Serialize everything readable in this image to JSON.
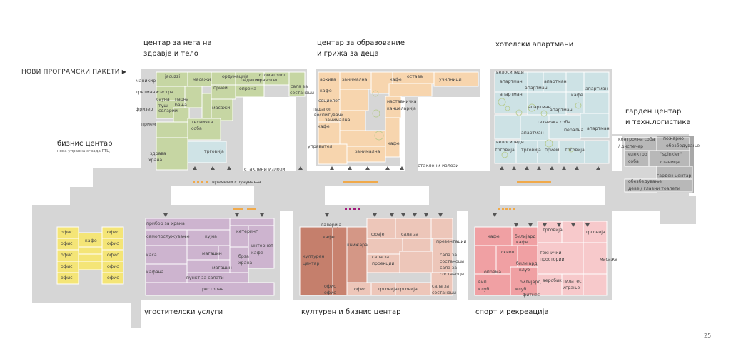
{
  "colors": {
    "structure": "#d3d3d3",
    "structure_dark": "#9a9a9a",
    "health": "#c8d7a5",
    "education": "#f7d6b0",
    "hotel": "#cfe3e6",
    "garden": "#a9a9a9",
    "business": "#f5e67a",
    "catering": "#cdb6d0",
    "culture": "#c9806f",
    "culture_light": "#ecc8bc",
    "sport": "#f1a5a8",
    "marker_orange": "#f0a94a",
    "marker_purple": "#a0197a"
  },
  "header": {
    "new_packages": "НОВИ ПРОГРАМСКИ ПАКЕТИ",
    "page_number": "25"
  },
  "titles": {
    "health": "центар за нега на\nздравје и тело",
    "education": "центар за образование\nи грижа за деца",
    "hotel": "хотелски апартмани",
    "garden": "гарден центар\nи техн.логистика",
    "business": "бизнис центар",
    "business_sub": "нова управна зграда ГТЦ",
    "catering": "угостителски услуги",
    "culture": "културен и бизнис центар",
    "sport": "спорт и рекреација"
  },
  "corridor": {
    "glass_walls_1": "стаклени излози",
    "glass_walls_2": "стаклени излози",
    "temporary_events": "времени случувања"
  },
  "rooms": {
    "health": [
      "маникир",
      "jacuzzi",
      "масажи",
      "ординација",
      "стоматолог",
      "педикир",
      "третмани",
      "сестра",
      "врачотел",
      "сауна",
      "парна",
      "приеи",
      "опрема",
      "сала за",
      "фризер",
      "туш",
      "бања",
      "состаноци",
      "соларии",
      "масажи",
      "прием",
      "техничка",
      "соба",
      "здрава",
      "храна",
      "трговија"
    ],
    "education": [
      "архива",
      "занимална",
      "остава",
      "училници",
      "кафе",
      "кафе",
      "социолог",
      "педагог",
      "наставничка",
      "воспитувачи",
      "канцеларија",
      "занимална",
      "кафе",
      "управител",
      "занимална",
      "кафе"
    ],
    "hotel": [
      "велосипеди",
      "апартман",
      "апартман",
      "апартман",
      "апартман",
      "апартман",
      "кафе",
      "апартман",
      "апартман",
      "техничка соба",
      "апартман",
      "перална",
      "апартман",
      "велосипеди",
      "трговија",
      "трговија",
      "прием",
      "трговија"
    ],
    "garden": [
      "контролна соба",
      "/ диспечер",
      "пожарно",
      "обезбедување",
      "електро",
      "соба",
      "\"spinkler\"",
      "станица",
      "гарден центар",
      "обезбедување",
      "деве / главни тоалети"
    ],
    "business": [
      "офис",
      "офис",
      "офис",
      "офис",
      "офис",
      "офис",
      "офис",
      "офис",
      "офис",
      "офис",
      "кафе"
    ],
    "catering": [
      "прибор за храна",
      "самопослужување",
      "кујна",
      "кетеринг",
      "каса",
      "магацин",
      "брза",
      "храна",
      "интернет",
      "кафе",
      "кафана",
      "магацин",
      "пункт за салати",
      "ресторан"
    ],
    "culture": [
      "галерија",
      "кафе",
      "книжара",
      "културен",
      "центар",
      "сала за",
      "проекции",
      "офис",
      "офис",
      "офис",
      "трговија",
      "трговија",
      "фоаје",
      "сала за",
      "презентации",
      "сала за",
      "состаноци",
      "сала за",
      "состаноци",
      "сала за",
      "состаноци"
    ],
    "sport": [
      "кафе",
      "билијард",
      "кафе",
      "трговија",
      "трговија",
      "сквош",
      "технички",
      "простории",
      "масажа",
      "опрема",
      "билијард",
      "клуб",
      "вип",
      "клуб",
      "билијард",
      "клуб",
      "фитнес",
      "аеробик",
      "пилатес",
      "играње"
    ]
  }
}
